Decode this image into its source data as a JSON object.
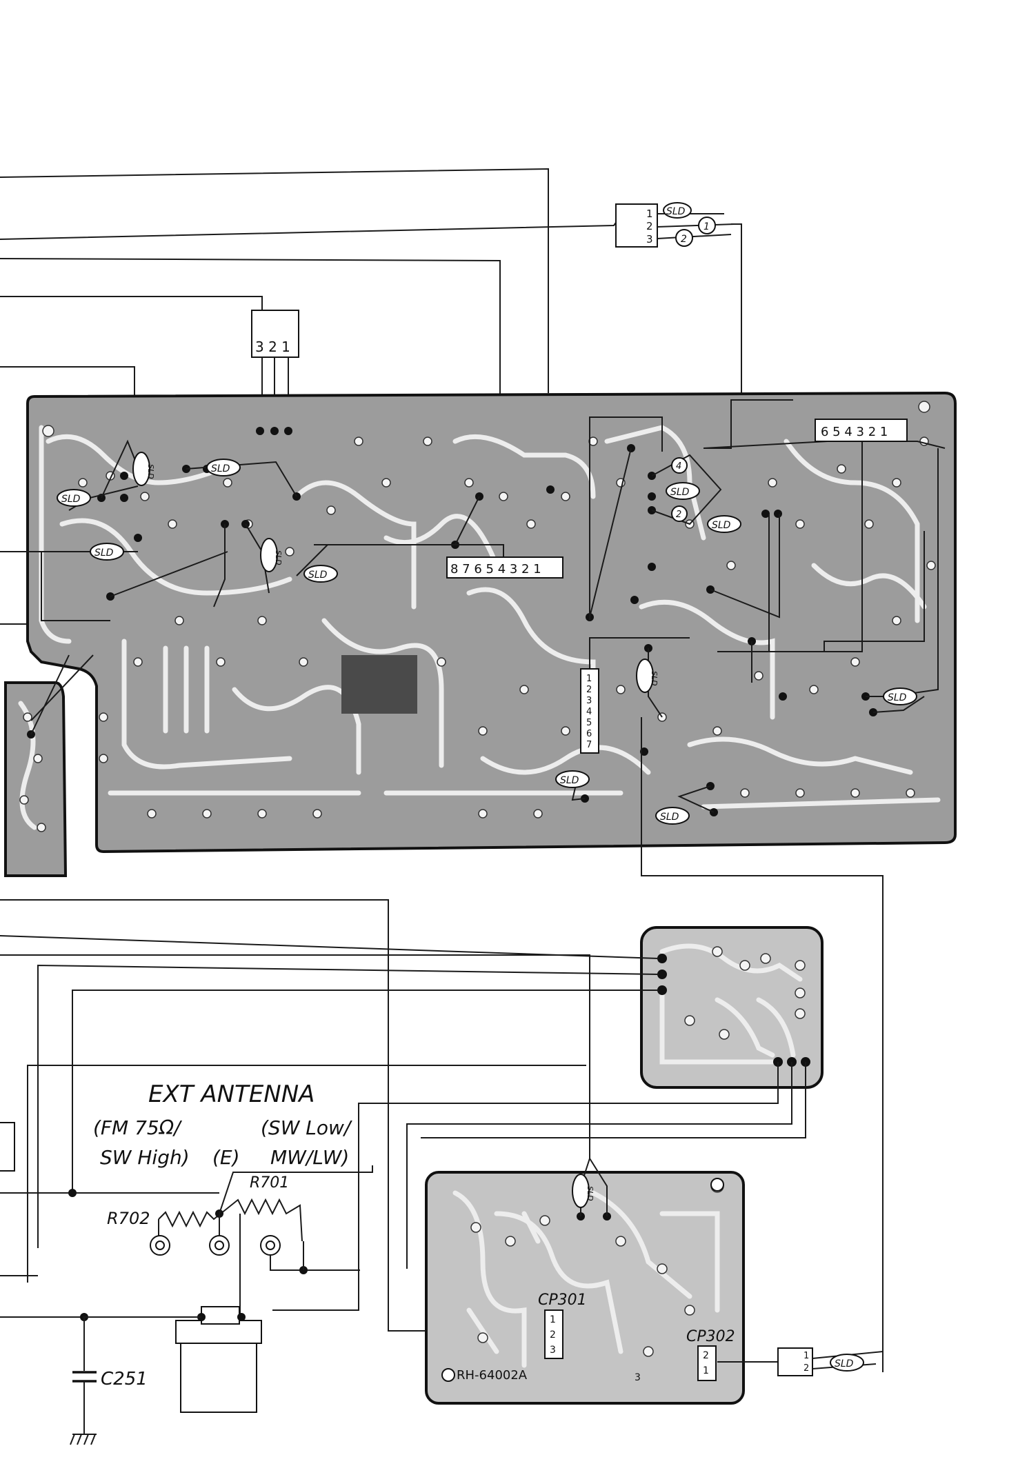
{
  "sheet": {
    "labels": {
      "ext_antenna": "EXT ANTENNA",
      "fm_line": "(FM 75Ω/",
      "sw_high_line": "SW High)",
      "e_term": "(E)",
      "sw_low_line": "(SW Low/",
      "mw_lw_line": "MW/LW)",
      "r701": "R701",
      "r702": "R702",
      "c251": "C251",
      "cp301": "CP301",
      "cp302": "CP302",
      "board_code": "RH-64002A",
      "mini_board_mark": "3"
    },
    "connectors": {
      "top_right_pins": [
        "1",
        "2",
        "3"
      ],
      "top_mid_pins": "3 2 1",
      "main_right_pins": "6 5 4 3 2 1",
      "main_mid_pins": "8 7 6 5 4 3 2 1",
      "vertical_pins": [
        "1",
        "2",
        "3",
        "4",
        "5",
        "6",
        "7"
      ],
      "cp301_pins": [
        "1",
        "2",
        "3"
      ],
      "cp302_pins": [
        "2",
        "1"
      ],
      "lower_right_pins": [
        "1",
        "2"
      ]
    },
    "shield_tag": "SLD",
    "wire_numbers": [
      "1",
      "2",
      "4",
      "2"
    ]
  }
}
